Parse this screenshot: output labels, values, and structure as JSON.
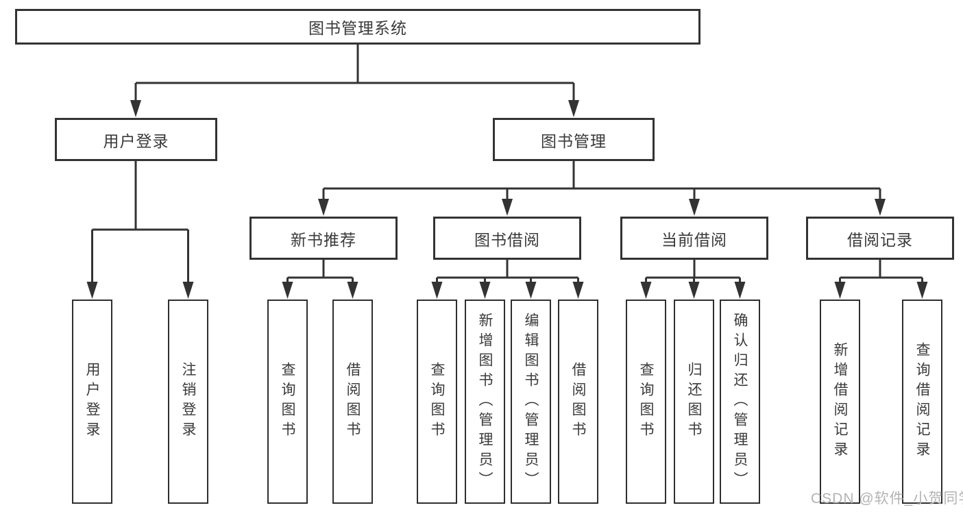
{
  "diagram": {
    "type": "tree",
    "title": "图书管理系统",
    "colors": {
      "line": "#333333",
      "box_border": "#333333",
      "text": "#3a3a3a",
      "background": "#ffffff",
      "watermark": "#b3b3b3"
    },
    "tree": {
      "label": "图书管理系统",
      "children": [
        {
          "label": "用户登录",
          "children": [
            {
              "label": "用户登录"
            },
            {
              "label": "注销登录"
            }
          ]
        },
        {
          "label": "图书管理",
          "children": [
            {
              "label": "新书推荐",
              "children": [
                {
                  "label": "查询图书"
                },
                {
                  "label": "借阅图书"
                }
              ]
            },
            {
              "label": "图书借阅",
              "children": [
                {
                  "label": "查询图书"
                },
                {
                  "label": "新增图书（管理员）"
                },
                {
                  "label": "编辑图书（管理员）"
                },
                {
                  "label": "借阅图书"
                }
              ]
            },
            {
              "label": "当前借阅",
              "children": [
                {
                  "label": "查询图书"
                },
                {
                  "label": "归还图书"
                },
                {
                  "label": "确认归还（管理员）"
                }
              ]
            },
            {
              "label": "借阅记录",
              "children": [
                {
                  "label": "新增借阅记录"
                },
                {
                  "label": "查询借阅记录"
                }
              ]
            }
          ]
        }
      ]
    }
  },
  "watermark": {
    "text": "CSDN @软件_小贺同学"
  }
}
